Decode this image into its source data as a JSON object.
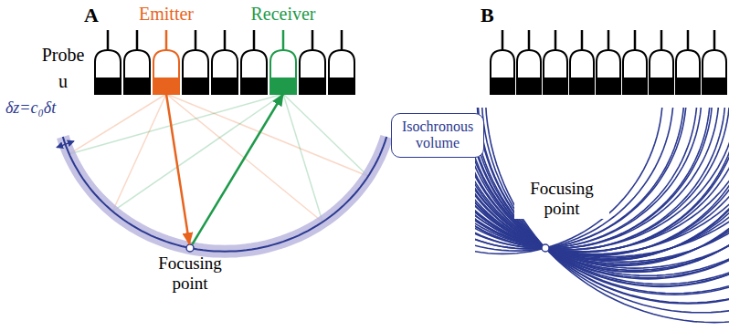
{
  "diagram": {
    "nodes": [
      {
        "text": [
          "Emitter"
        ]
      },
      {
        "text": [
          "Receiver"
        ]
      },
      {
        "text": [
          "Isochronous volume"
        ]
      },
      {
        "text": [
          "Focusing point"
        ]
      },
      {
        "text": [
          "Focusing point"
        ]
      }
    ],
    "edges": [
      {
        "from": 0,
        "to": 3,
        "arrow": "to"
      },
      {
        "from": 3,
        "to": 1,
        "arrow": "to"
      }
    ],
    "labels": [
      "A",
      "Probe u",
      "δz=c₀δt",
      "B"
    ]
  }
}
